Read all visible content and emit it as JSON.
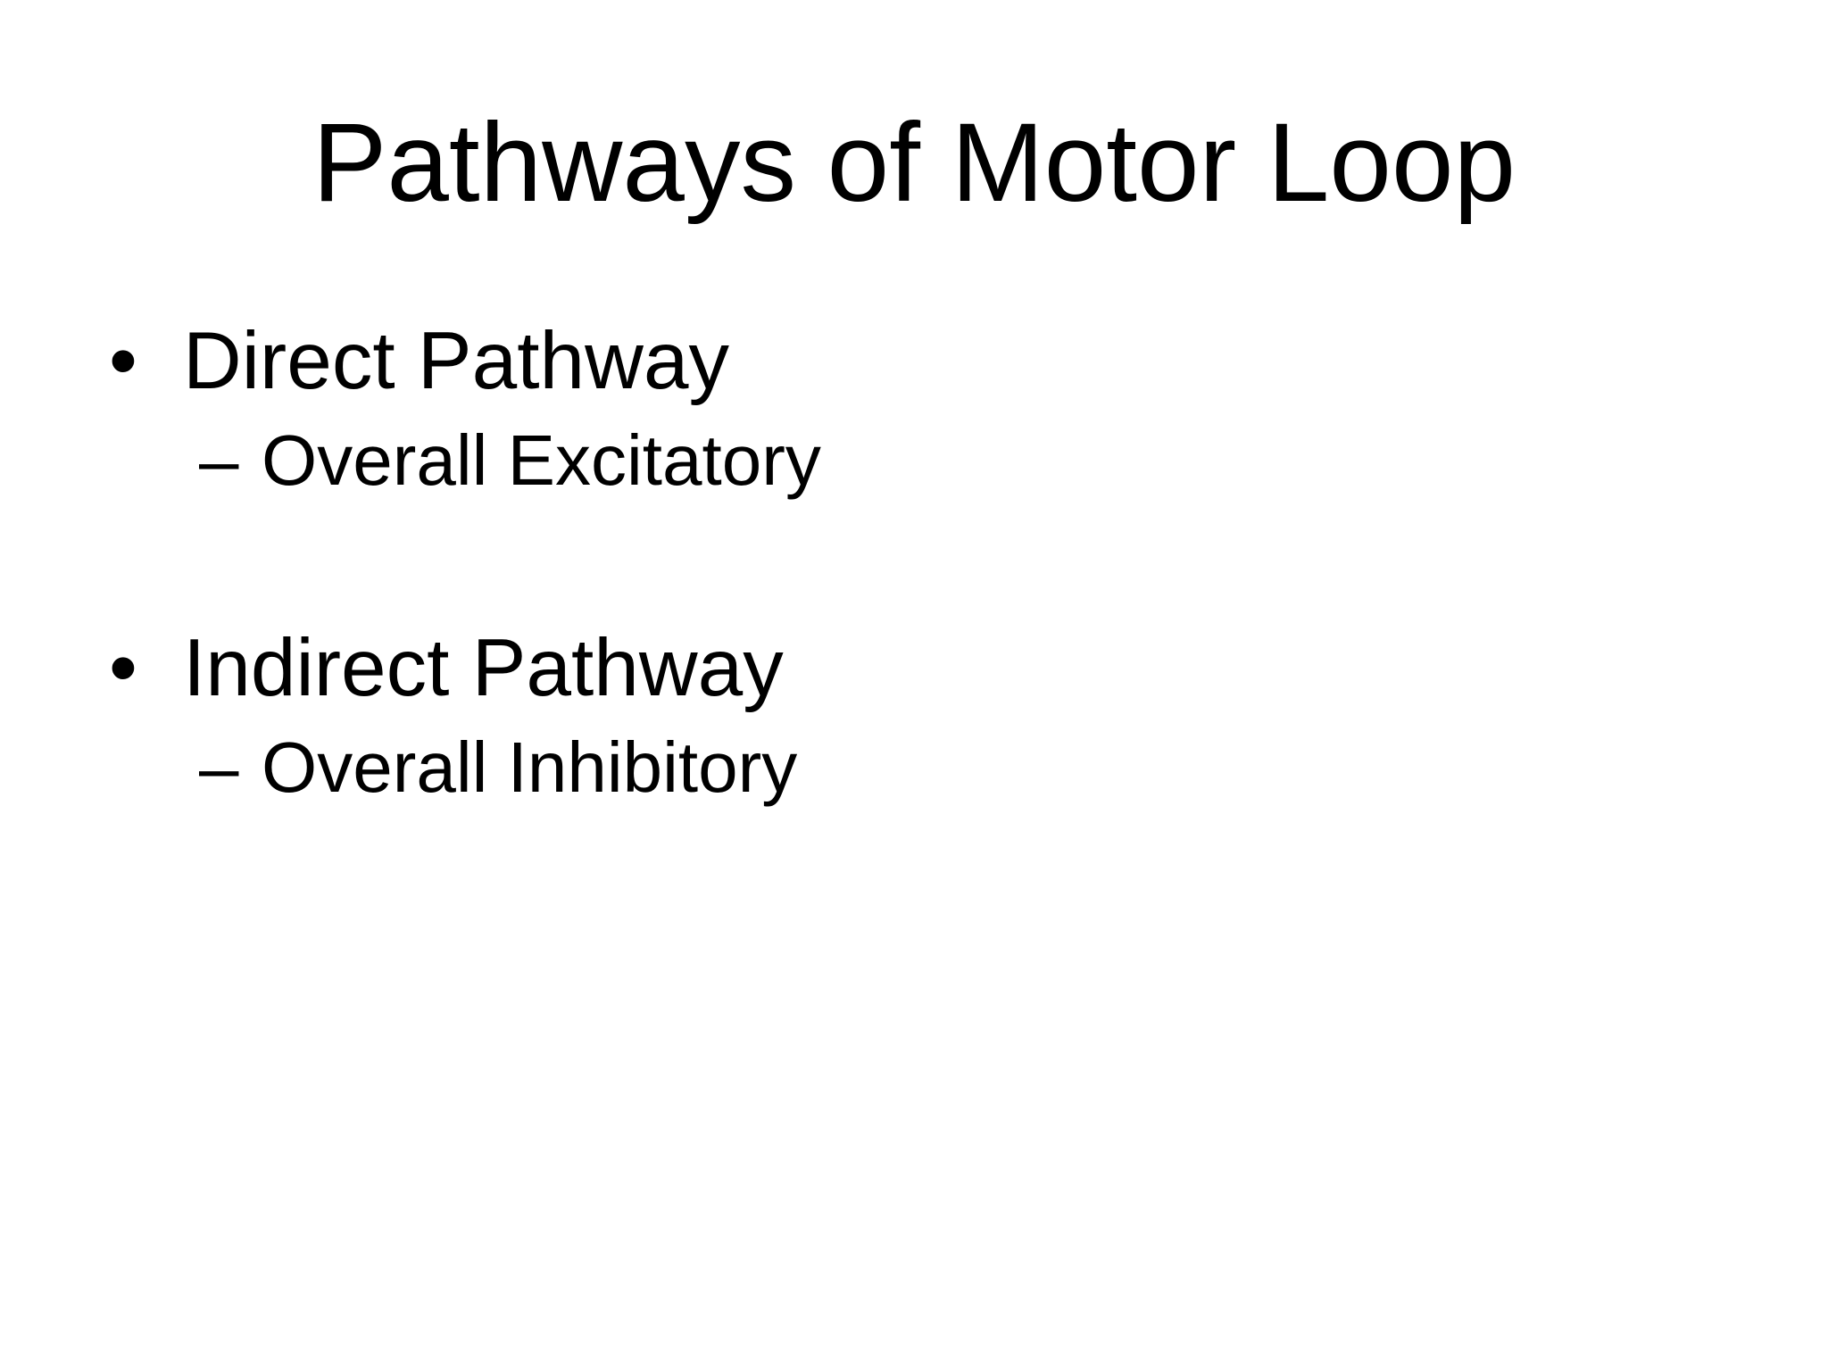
{
  "slide": {
    "title": "Pathways of Motor Loop",
    "bullet_char": "•",
    "dash_char": "–",
    "bullets": [
      {
        "label": "Direct Pathway",
        "sub_label": "Overall Excitatory"
      },
      {
        "label": "Indirect Pathway",
        "sub_label": "Overall Inhibitory"
      }
    ],
    "colors": {
      "background": "#ffffff",
      "text": "#000000"
    }
  }
}
